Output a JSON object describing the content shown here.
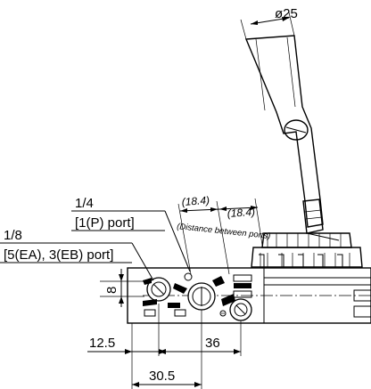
{
  "diagram": {
    "labels": {
      "cable_diameter": "ø25",
      "p_port_size": "1/4",
      "p_port_name": "[1(P) port]",
      "ea_eb_port_size": "1/8",
      "ea_eb_port_name": "[5(EA), 3(EB) port]",
      "pitch_1": "(18.4)",
      "pitch_2": "(18.4)",
      "distance_between_ports": "(Distance between ports)",
      "dim_height": "8",
      "dim_left_offset": "12.5",
      "dim_center": "36",
      "dim_total": "30.5"
    }
  }
}
